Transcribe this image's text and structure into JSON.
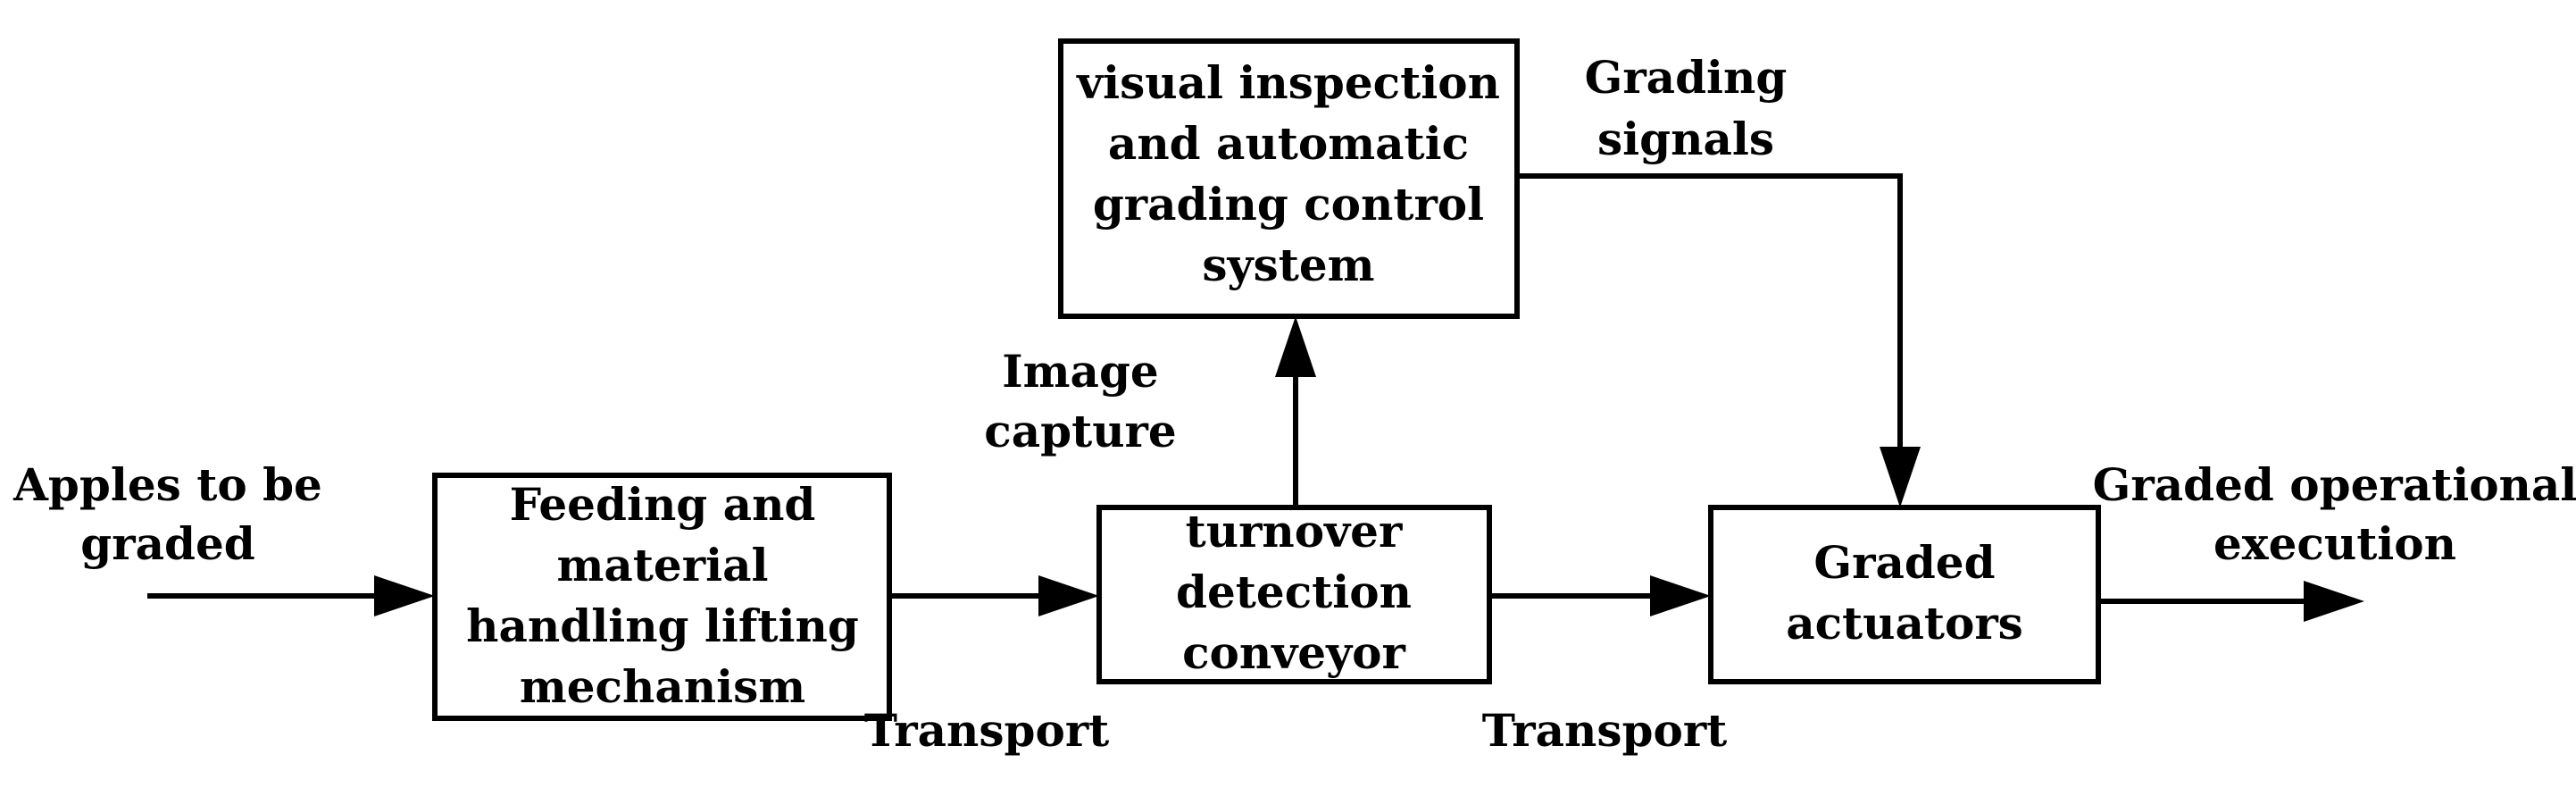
{
  "diagram": {
    "input_label": [
      "Apples to be",
      "graded"
    ],
    "feeding_box": [
      "Feeding and",
      "material",
      "handling lifting",
      "mechanism"
    ],
    "turnover_box": [
      "turnover",
      "detection",
      "conveyor"
    ],
    "inspection_box": [
      "visual inspection",
      "and automatic",
      "grading control",
      "system"
    ],
    "actuators_box": [
      "Graded",
      "actuators"
    ],
    "output_label": [
      "Graded operational",
      "execution"
    ],
    "image_capture_label": [
      "Image",
      "capture"
    ],
    "grading_signals_label": [
      "Grading",
      "signals"
    ],
    "transport_label_1": "Transport",
    "transport_label_2": "Transport"
  }
}
